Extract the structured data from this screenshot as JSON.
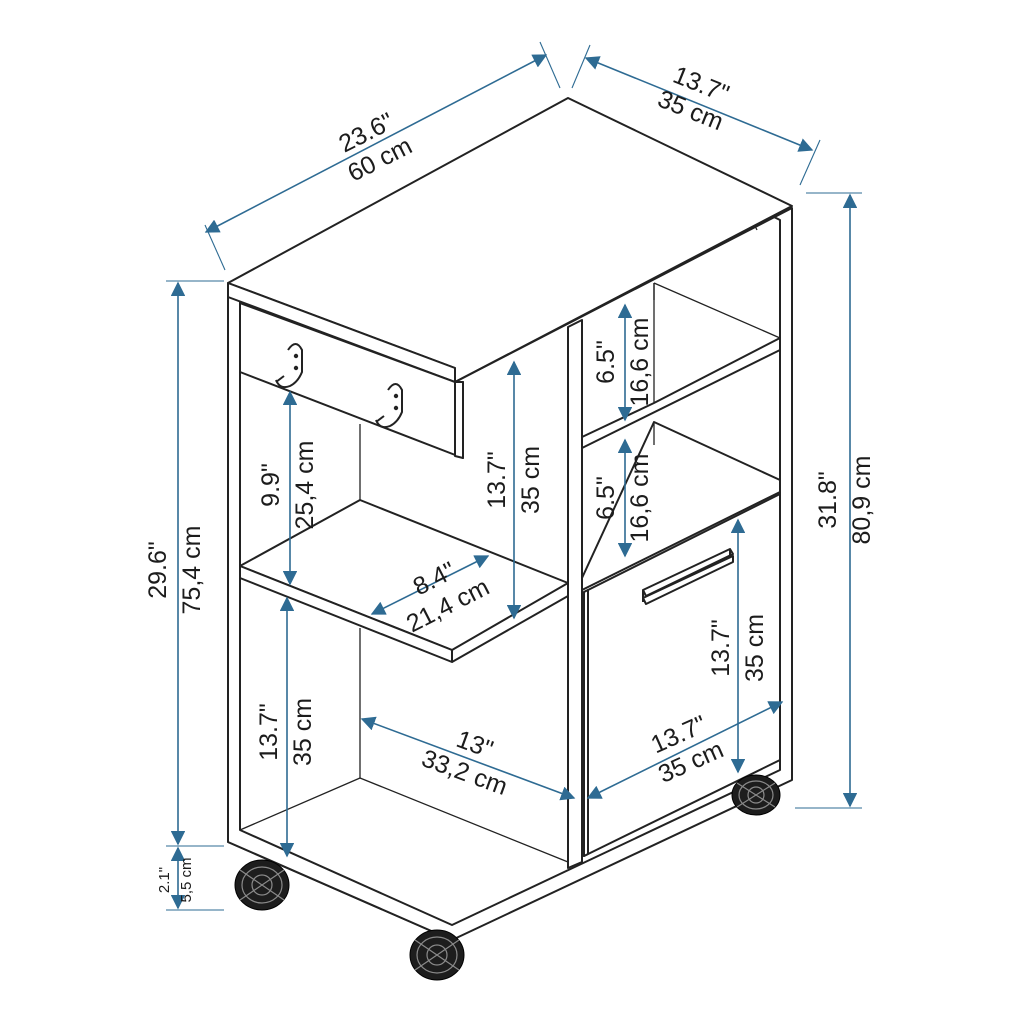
{
  "dimensions": {
    "top_width": {
      "imperial": "23.6\"",
      "metric": "60 cm"
    },
    "top_depth": {
      "imperial": "13.7\"",
      "metric": "35 cm"
    },
    "total_height": {
      "imperial": "31.8\"",
      "metric": "80,9 cm"
    },
    "body_height": {
      "imperial": "29.6\"",
      "metric": "75,4 cm"
    },
    "wheel_height": {
      "imperial": "2.1\"",
      "metric": "5,5 cm"
    },
    "upper_left_gap": {
      "imperial": "9.9\"",
      "metric": "25,4 cm"
    },
    "left_shelf_depth": {
      "imperial": "8.4\"",
      "metric": "21,4 cm"
    },
    "upper_mid_height": {
      "imperial": "13.7\"",
      "metric": "35 cm"
    },
    "lower_left_height": {
      "imperial": "13.7\"",
      "metric": "35 cm"
    },
    "lower_left_width": {
      "imperial": "13\"",
      "metric": "33,2 cm"
    },
    "right_upper_shelf": {
      "imperial": "6.5\"",
      "metric": "16,6 cm"
    },
    "right_mid_shelf": {
      "imperial": "6.5\"",
      "metric": "16,6 cm"
    },
    "door_height": {
      "imperial": "13.7\"",
      "metric": "35 cm"
    },
    "door_width": {
      "imperial": "13.7\"",
      "metric": "35 cm"
    }
  },
  "colors": {
    "dimension_line": "#2e6b93",
    "outline": "#222222",
    "wheel": "#1d1d1d"
  }
}
